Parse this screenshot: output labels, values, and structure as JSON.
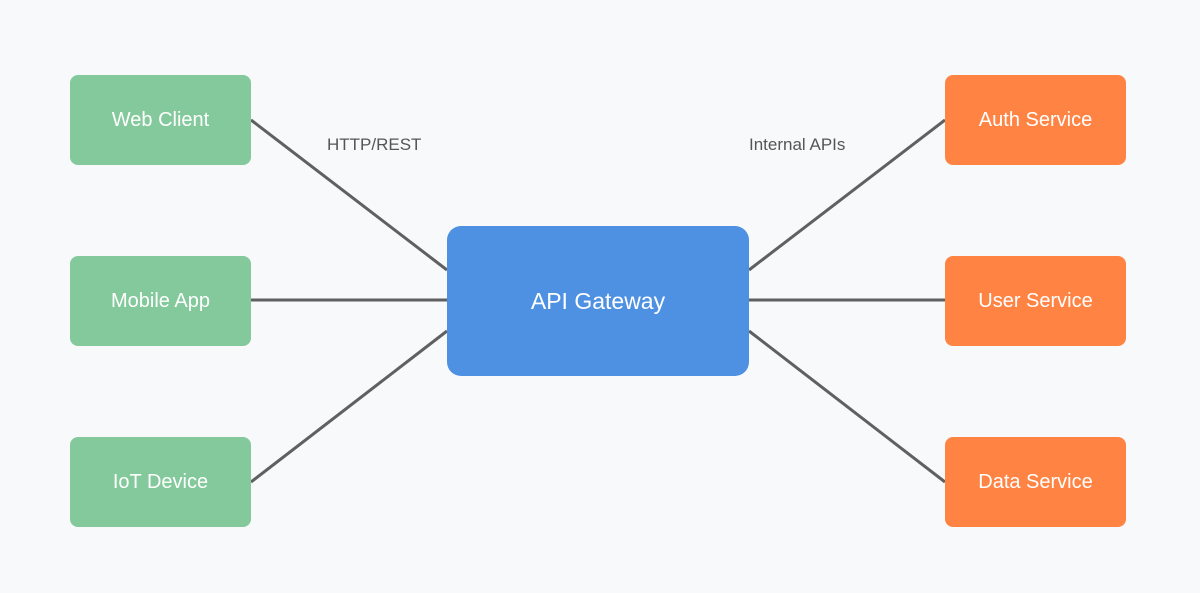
{
  "colors": {
    "background": "#f8f9fb",
    "client": "#83c99b",
    "gateway": "#4e90e2",
    "service": "#ff8444",
    "connector": "#606060"
  },
  "gateway": {
    "label": "API Gateway"
  },
  "clients": [
    {
      "label": "Web Client"
    },
    {
      "label": "Mobile App"
    },
    {
      "label": "IoT Device"
    }
  ],
  "services": [
    {
      "label": "Auth Service"
    },
    {
      "label": "User Service"
    },
    {
      "label": "Data Service"
    }
  ],
  "edge_labels": {
    "clients_side": "HTTP/REST",
    "services_side": "Internal APIs"
  }
}
